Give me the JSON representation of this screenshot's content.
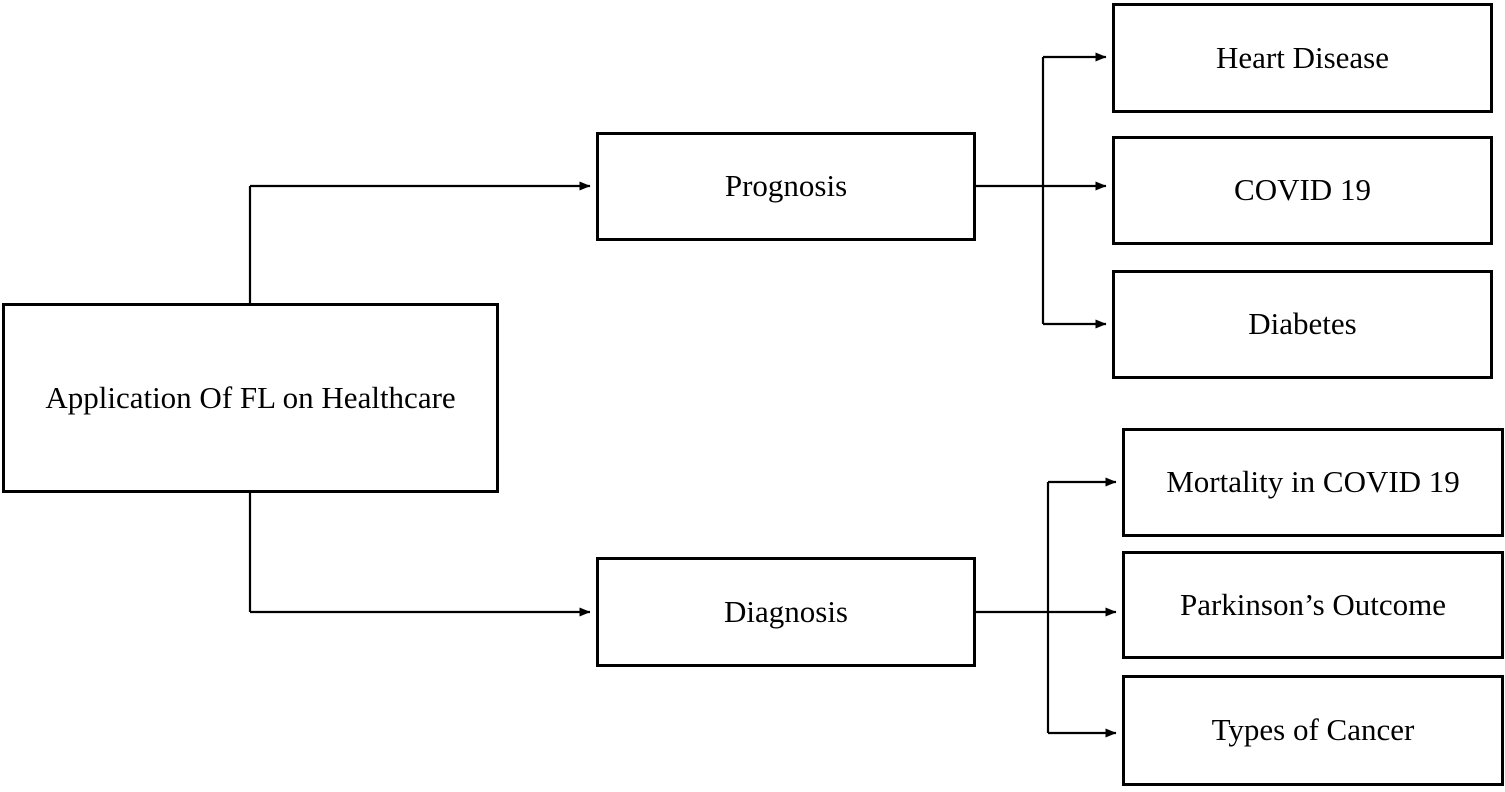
{
  "diagram": {
    "type": "tree-flowchart",
    "orientation": "left-to-right",
    "root": {
      "id": "root",
      "label": "Application Of FL on Healthcare"
    },
    "branches": [
      {
        "id": "prognosis",
        "label": "Prognosis",
        "leaves": [
          {
            "id": "heart-disease",
            "label": "Heart Disease"
          },
          {
            "id": "covid-19",
            "label": "COVID 19"
          },
          {
            "id": "diabetes",
            "label": "Diabetes"
          }
        ]
      },
      {
        "id": "diagnosis",
        "label": "Diagnosis",
        "leaves": [
          {
            "id": "mortality-covid",
            "label": "Mortality in COVID 19"
          },
          {
            "id": "parkinsons-outcome",
            "label": "Parkinson’s Outcome"
          },
          {
            "id": "types-of-cancer",
            "label": "Types of Cancer"
          }
        ]
      }
    ],
    "style": {
      "background": "#ffffff",
      "node_fill": "#ffffff",
      "node_border": "#000000",
      "edge_color": "#000000",
      "text_color": "#000000"
    }
  }
}
